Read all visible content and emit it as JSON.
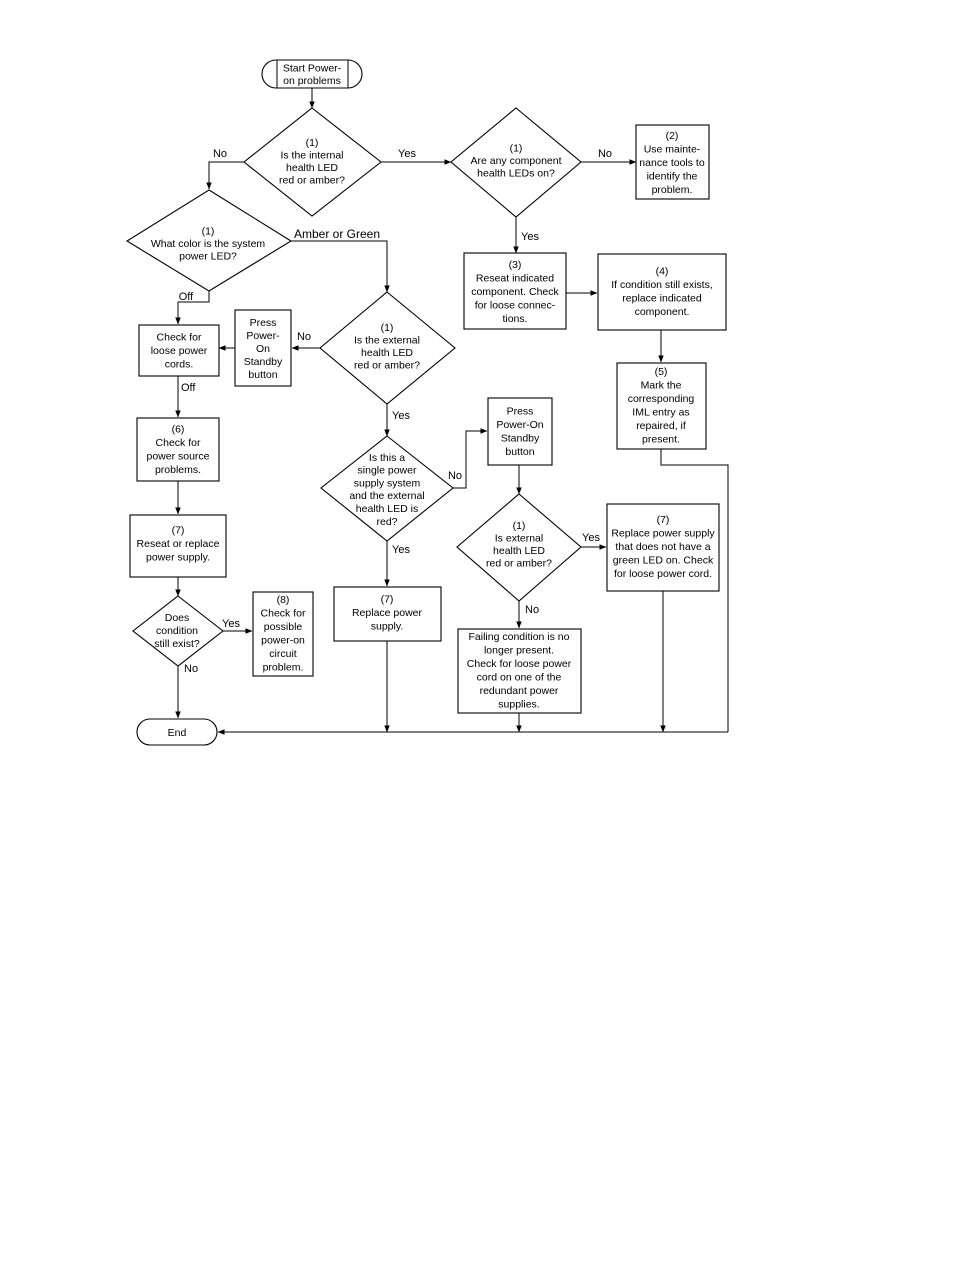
{
  "diagram": {
    "nodes": {
      "start": [
        "Start Power-",
        "on problems"
      ],
      "d_internal": [
        "(1)",
        "Is the internal",
        "health LED",
        "red or amber?"
      ],
      "d_component": [
        "(1)",
        "Are any component",
        "health LEDs on?"
      ],
      "maint": [
        "(2)",
        "Use mainte-",
        "nance tools to",
        "identify the",
        "problem."
      ],
      "d_system": [
        "(1)",
        "What color is the system",
        "power LED?"
      ],
      "reseat_component": [
        "(3)",
        "Reseat indicated",
        "component. Check",
        "for loose connec-",
        "tions."
      ],
      "replace_component": [
        "(4)",
        "If condition still exists,",
        "replace indicated",
        "component."
      ],
      "press_standby_1": [
        "Press",
        "Power-",
        "On",
        "Standby",
        "button"
      ],
      "d_external": [
        "(1)",
        "Is the external",
        "health LED",
        "red or amber?"
      ],
      "check_cords": [
        "Check for",
        "loose power",
        "cords."
      ],
      "mark_iml": [
        "(5)",
        "Mark the",
        "corresponding",
        "IML entry as",
        "repaired, if",
        "present."
      ],
      "check_source": [
        "(6)",
        "Check for",
        "power source",
        "problems."
      ],
      "press_standby_2": [
        "Press",
        "Power-On",
        "Standby",
        "button"
      ],
      "d_single": [
        "Is this a",
        "single power",
        "supply system",
        "and the external",
        "health LED is",
        "red?"
      ],
      "reseat_supply": [
        "(7)",
        "Reseat or replace",
        "power supply."
      ],
      "d_ext2": [
        "(1)",
        "Is external",
        "health LED",
        "red or amber?"
      ],
      "replace_nogreen": [
        "(7)",
        "Replace power supply",
        "that does not have a",
        "green LED on. Check",
        "for loose power cord."
      ],
      "d_exist": [
        "Does",
        "condition",
        "still exist?"
      ],
      "check_circuit": [
        "(8)",
        "Check for",
        "possible",
        "power-on",
        "circuit",
        "problem."
      ],
      "replace_supply": [
        "(7)",
        "Replace power",
        "supply."
      ],
      "failing_gone": [
        "Failing condition is no",
        "longer present.",
        "Check for loose power",
        "cord on one of the",
        "redundant power",
        "supplies."
      ],
      "end": [
        "End"
      ]
    },
    "edge_labels": {
      "internal_no": "No",
      "internal_yes": "Yes",
      "component_no": "No",
      "component_yes": "Yes",
      "system_amber_green": "Amber or Green",
      "system_off": "Off",
      "external_no": "No",
      "external_yes": "Yes",
      "cords_off": "Off",
      "single_no": "No",
      "single_yes": "Yes",
      "ext2_yes": "Yes",
      "ext2_no": "No",
      "exist_yes": "Yes",
      "exist_no": "No"
    }
  }
}
